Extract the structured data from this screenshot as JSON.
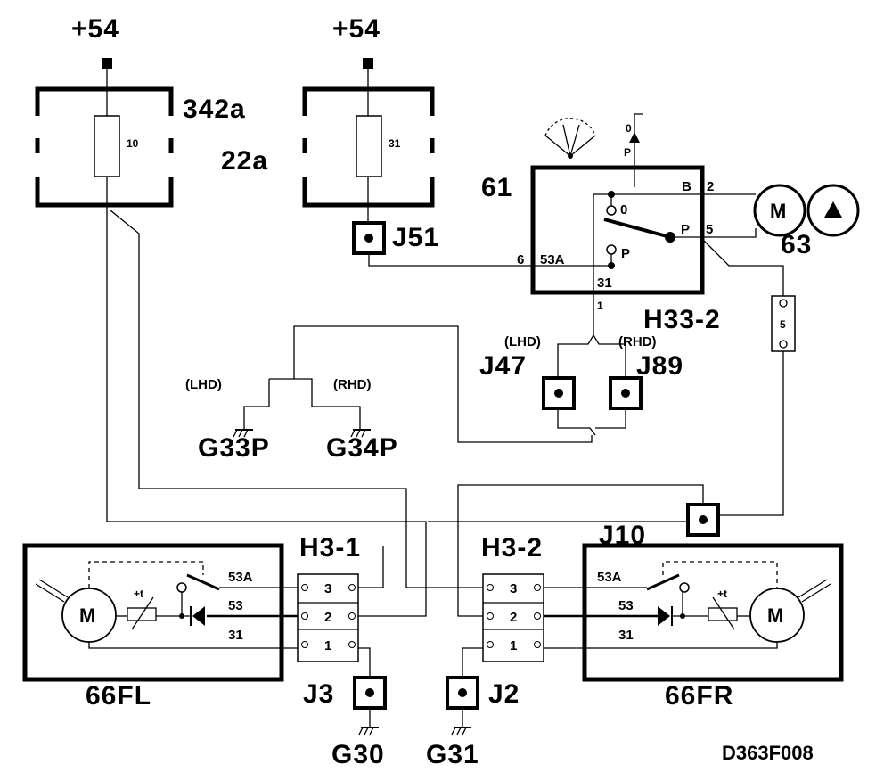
{
  "labels": {
    "supply_left": "+54",
    "supply_mid": "+54",
    "fuse_box_1": "342a",
    "fuse_box_2": "22a",
    "fuse_1_value": "10",
    "fuse_2_value": "31",
    "switch_unit": "61",
    "pump_unit": "63",
    "connector_h33_2": "H33-2",
    "connector_h33_2_pin": "5",
    "lhd_top": "(LHD)",
    "rhd_top": "(RHD)",
    "lhd_left": "(LHD)",
    "rhd_left": "(RHD)",
    "j51": "J51",
    "j47": "J47",
    "j89": "J89",
    "j10": "J10",
    "j3": "J3",
    "j2": "J2",
    "g33p": "G33P",
    "g34p": "G34P",
    "g30": "G30",
    "g31": "G31",
    "h3_1": "H3-1",
    "h3_2": "H3-2",
    "motor_fl": "66FL",
    "motor_fr": "66FR",
    "diagram_code": "D363F008",
    "motor_symbol": "M",
    "pin_b": "B",
    "pin_2": "2",
    "pin_p": "P",
    "pin_5": "5",
    "pin_0": "0",
    "pin_6": "6",
    "pin_53a": "53A",
    "pin_31": "31",
    "pin_1": "1",
    "wiper_pos_0": "0",
    "wiper_pos_p": "P",
    "term_53a": "53A",
    "term_53": "53",
    "term_31": "31",
    "term_53a_r": "53A",
    "term_53_r": "53",
    "term_31_r": "31",
    "thermal": "+t",
    "thermal_r": "+t",
    "h3_1_pins": [
      "3",
      "2",
      "1"
    ],
    "h3_2_pins": [
      "3",
      "2",
      "1"
    ]
  },
  "icons": {
    "fuse": "fuse-symbol",
    "ground": "ground-icon",
    "motor": "motor-icon",
    "pump": "pump-icon",
    "wiper_gauge": "wiper-gauge-icon",
    "diode": "diode-icon",
    "ptc": "ptc-thermistor-icon"
  }
}
